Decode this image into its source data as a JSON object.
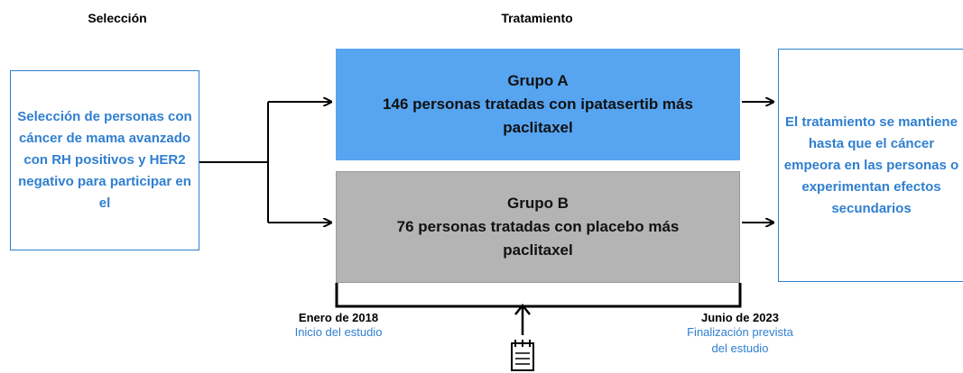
{
  "headers": {
    "selection": "Selección",
    "treatment": "Tratamiento"
  },
  "selection_box": {
    "text": "Selección de personas con cáncer de mama avanzado con RH positivos y HER2 negativo para participar en el"
  },
  "group_a": {
    "title": "Grupo A",
    "line1": "146 personas tratadas con ipatasertib más",
    "line2": "paclitaxel"
  },
  "group_b": {
    "title": "Grupo B",
    "line1": "76 personas tratadas con placebo más",
    "line2": "paclitaxel"
  },
  "outcome_box": {
    "text": "El tratamiento se mantiene hasta que el cáncer empeora en las personas o experimentan efectos secundarios"
  },
  "timeline": {
    "start_date": "Enero de 2018",
    "start_label": "Inicio del estudio",
    "end_date": "Junio de 2023",
    "end_label_line1": "Finalización prevista",
    "end_label_line2": "del estudio"
  },
  "colors": {
    "accent_blue": "#2f7fd0",
    "group_a_fill": "#57a5f1",
    "group_b_fill": "#b4b4b4"
  },
  "icons": [
    "calendar-icon"
  ]
}
